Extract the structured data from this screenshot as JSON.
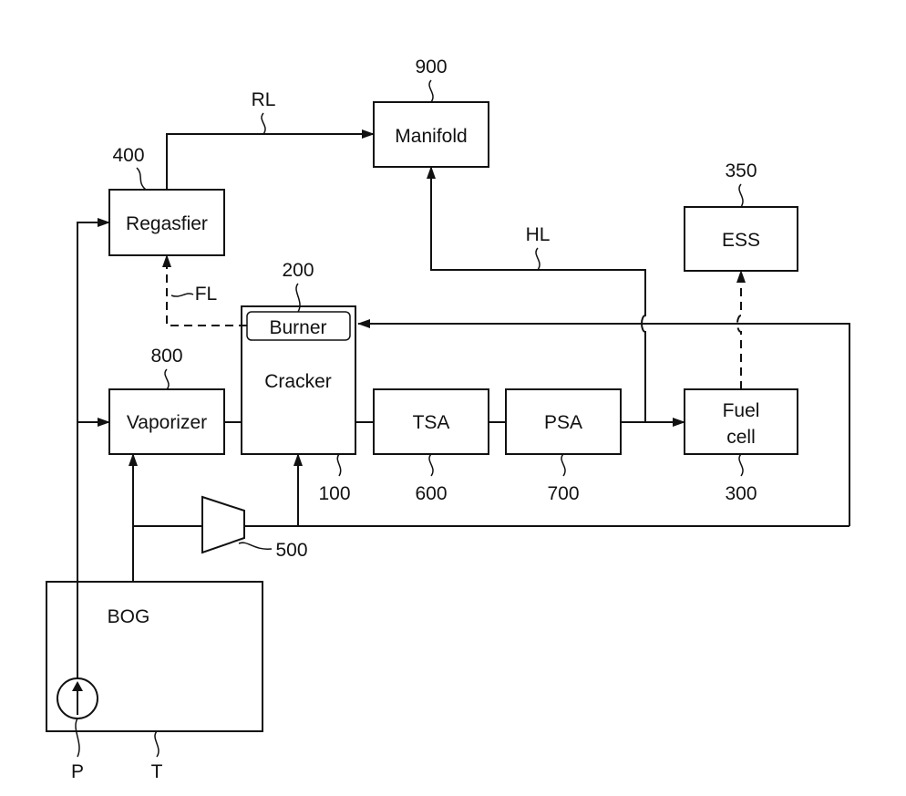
{
  "components": {
    "manifold": {
      "label": "Manifold",
      "ref": "900"
    },
    "ess": {
      "label": "ESS",
      "ref": "350"
    },
    "regasifier": {
      "label": "Regasfier",
      "ref": "400"
    },
    "burner": {
      "label": "Burner",
      "ref": "200"
    },
    "cracker": {
      "label": "Cracker",
      "ref": "100"
    },
    "vaporizer": {
      "label": "Vaporizer",
      "ref": "800"
    },
    "tsa": {
      "label": "TSA",
      "ref": "600"
    },
    "psa": {
      "label": "PSA",
      "ref": "700"
    },
    "fuel_cell": {
      "label_line1": "Fuel",
      "label_line2": "cell",
      "ref": "300"
    },
    "compressor": {
      "ref": "500"
    },
    "tank": {
      "label": "BOG",
      "ref": "T"
    },
    "pump": {
      "ref": "P"
    }
  },
  "lines": {
    "rl": "RL",
    "hl": "HL",
    "fl": "FL"
  }
}
